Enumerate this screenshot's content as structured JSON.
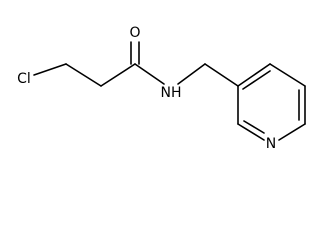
{
  "molecule": {
    "atoms": {
      "chlorine": "Cl",
      "oxygen": "O",
      "amide_nitrogen": "NH",
      "ring_nitrogen": "N"
    }
  }
}
